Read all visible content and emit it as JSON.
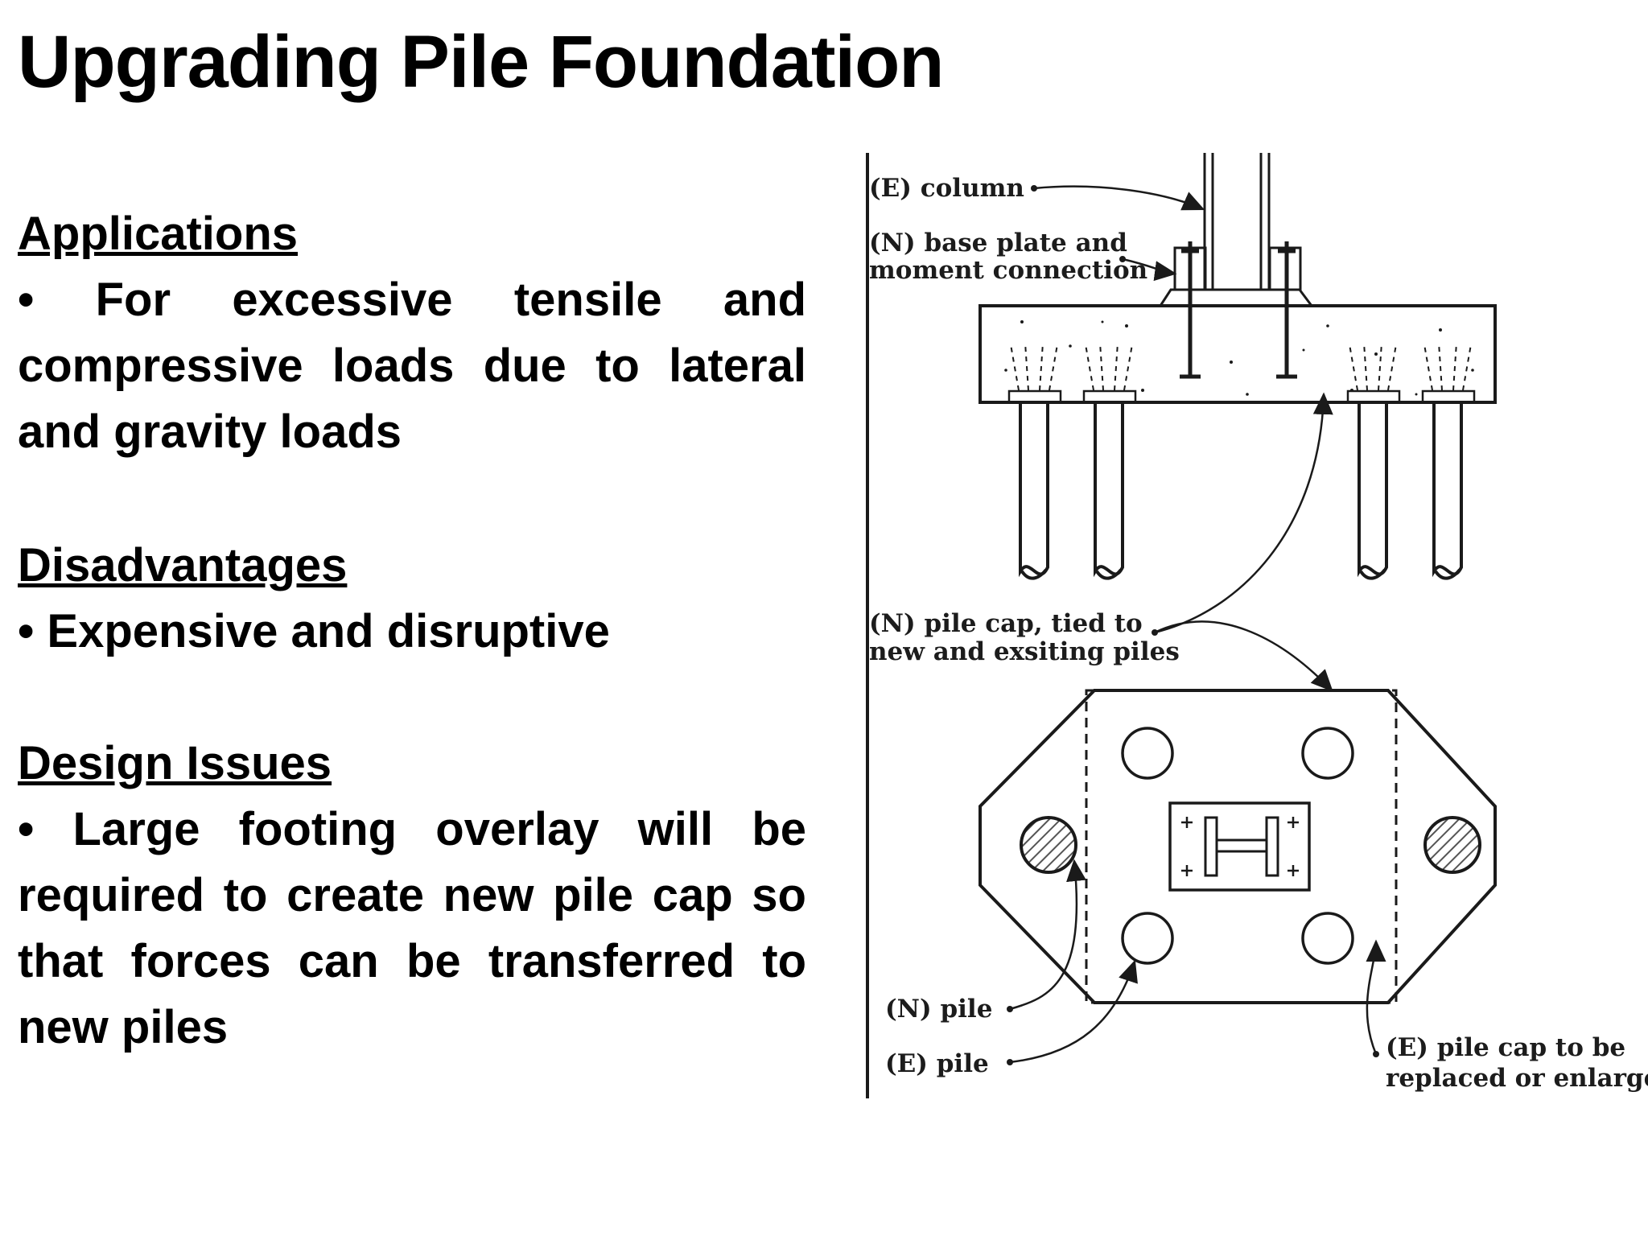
{
  "slide": {
    "title": "Upgrading Pile Foundation"
  },
  "applications": {
    "heading": "Applications",
    "text": "• For excessive tensile and compressive loads due to lateral and gravity loads"
  },
  "disadvantages": {
    "heading": "Disadvantages",
    "text": "• Expensive and disruptive"
  },
  "design_issues": {
    "heading": "Design Issues",
    "text": "• Large footing overlay will be required to create new pile cap so that forces can be transferred to new piles"
  },
  "figure": {
    "labels": {
      "column": "(E) column",
      "base_plate_1": "(N) base plate and",
      "base_plate_2": "moment connection",
      "pile_cap_1": "(N) pile cap, tied to",
      "pile_cap_2": "new and exsiting piles",
      "new_pile": "(N) pile",
      "existing_pile": "(E) pile",
      "existing_cap_1": "(E) pile cap to be",
      "existing_cap_2": "replaced or enlarged"
    },
    "colors": {
      "line": "#1a1a1a",
      "hatch": "#555555"
    }
  }
}
